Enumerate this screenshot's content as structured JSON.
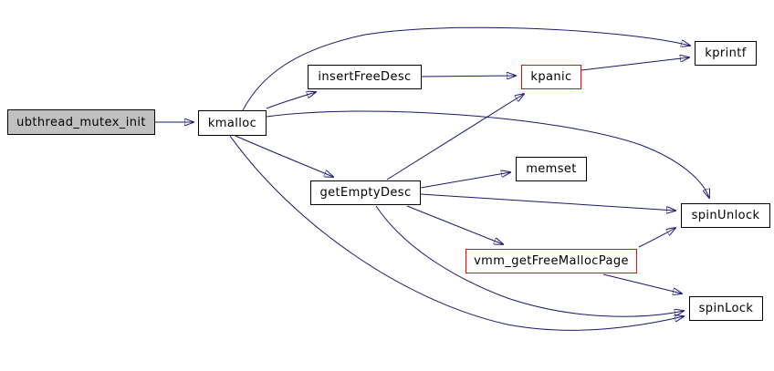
{
  "diagram": {
    "type": "call-graph",
    "root_function": "ubthread_mutex_init",
    "colors": {
      "background": "#ffffff",
      "edge": "#191970",
      "node_border": "#000000",
      "node_fill": "#ffffff",
      "root_node_fill": "#c0c0c0",
      "highlighted_node_border": "#ff0000",
      "text": "#000000"
    },
    "nodes": [
      {
        "id": "ubthread_mutex_init",
        "label": "ubthread_mutex_init",
        "style": "root"
      },
      {
        "id": "kmalloc",
        "label": "kmalloc",
        "style": "normal"
      },
      {
        "id": "insertFreeDesc",
        "label": "insertFreeDesc",
        "style": "normal"
      },
      {
        "id": "kpanic",
        "label": "kpanic",
        "style": "highlighted"
      },
      {
        "id": "kprintf",
        "label": "kprintf",
        "style": "normal"
      },
      {
        "id": "getEmptyDesc",
        "label": "getEmptyDesc",
        "style": "normal"
      },
      {
        "id": "memset",
        "label": "memset",
        "style": "normal"
      },
      {
        "id": "vmm_getFreeMallocPage",
        "label": "vmm_getFreeMallocPage",
        "style": "highlighted"
      },
      {
        "id": "spinUnlock",
        "label": "spinUnlock",
        "style": "normal"
      },
      {
        "id": "spinLock",
        "label": "spinLock",
        "style": "normal"
      }
    ],
    "edges": [
      {
        "from": "ubthread_mutex_init",
        "to": "kmalloc"
      },
      {
        "from": "kmalloc",
        "to": "insertFreeDesc"
      },
      {
        "from": "kmalloc",
        "to": "kprintf"
      },
      {
        "from": "kmalloc",
        "to": "getEmptyDesc"
      },
      {
        "from": "kmalloc",
        "to": "spinUnlock"
      },
      {
        "from": "kmalloc",
        "to": "spinLock"
      },
      {
        "from": "insertFreeDesc",
        "to": "kpanic"
      },
      {
        "from": "kpanic",
        "to": "kprintf"
      },
      {
        "from": "getEmptyDesc",
        "to": "memset"
      },
      {
        "from": "getEmptyDesc",
        "to": "kpanic"
      },
      {
        "from": "getEmptyDesc",
        "to": "spinUnlock"
      },
      {
        "from": "getEmptyDesc",
        "to": "vmm_getFreeMallocPage"
      },
      {
        "from": "getEmptyDesc",
        "to": "spinLock"
      },
      {
        "from": "vmm_getFreeMallocPage",
        "to": "spinUnlock"
      },
      {
        "from": "vmm_getFreeMallocPage",
        "to": "spinLock"
      }
    ]
  }
}
